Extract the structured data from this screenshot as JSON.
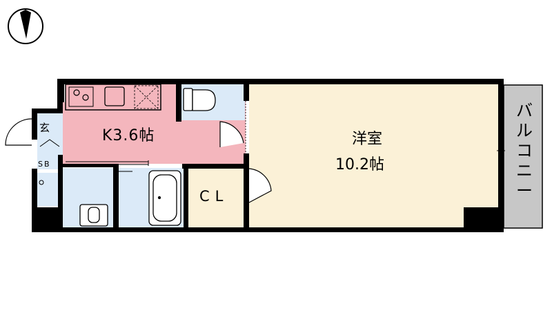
{
  "rooms": {
    "kitchen": {
      "label": "K3.6帖"
    },
    "western": {
      "label": "洋室",
      "area": "10.2帖"
    },
    "closet": {
      "label": "CL"
    },
    "entrance": {
      "label": "玄"
    },
    "shoe_box": {
      "label": "SB"
    },
    "balcony": {
      "chars": [
        "バ",
        "ル",
        "コ",
        "ニ",
        "ー"
      ]
    }
  },
  "colors": {
    "kitchen": "#f4b6bd",
    "wet_area": "#dbeaf8",
    "western": "#fbf1d7",
    "closet": "#fbf1d7",
    "balcony": "#c7c7c7",
    "wall": "#000000"
  },
  "icons": [
    "compass-icon",
    "stove-icon",
    "sink-icon",
    "refrigerator-space-icon",
    "toilet-icon",
    "washbasin-icon",
    "bathtub-icon",
    "door-swing-icon"
  ]
}
